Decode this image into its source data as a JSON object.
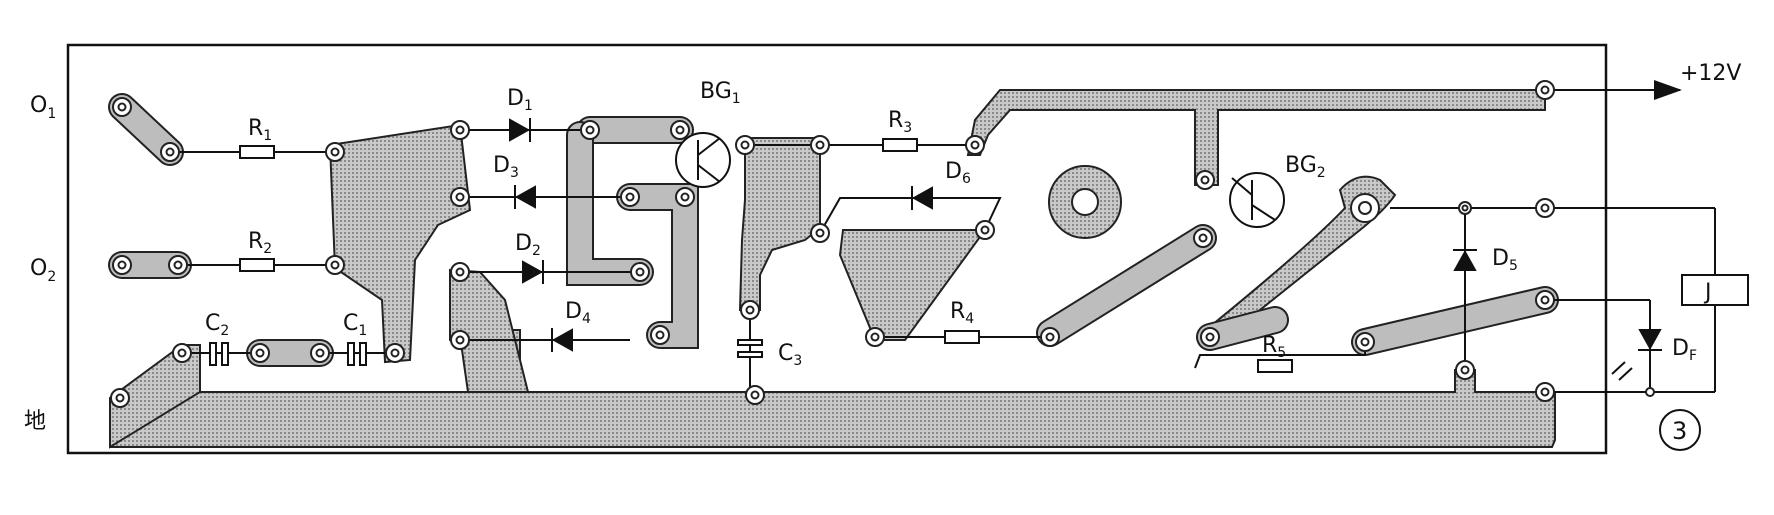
{
  "labels": {
    "o1": "O",
    "o1_sub": "1",
    "o2": "O",
    "o2_sub": "2",
    "ground": "地",
    "vcc": "+12V",
    "r1": "R",
    "r1_sub": "1",
    "r2": "R",
    "r2_sub": "2",
    "r3": "R",
    "r3_sub": "3",
    "r4": "R",
    "r4_sub": "4",
    "r5": "R",
    "r5_sub": "5",
    "c1": "C",
    "c1_sub": "1",
    "c2": "C",
    "c2_sub": "2",
    "c3": "C",
    "c3_sub": "3",
    "d1": "D",
    "d1_sub": "1",
    "d2": "D",
    "d2_sub": "2",
    "d3": "D",
    "d3_sub": "3",
    "d4": "D",
    "d4_sub": "4",
    "d5": "D",
    "d5_sub": "5",
    "d6": "D",
    "d6_sub": "6",
    "df": "D",
    "df_sub": "F",
    "bg1": "BG",
    "bg1_sub": "1",
    "bg2": "BG",
    "bg2_sub": "2",
    "relay": "J",
    "figure_number": "3"
  }
}
